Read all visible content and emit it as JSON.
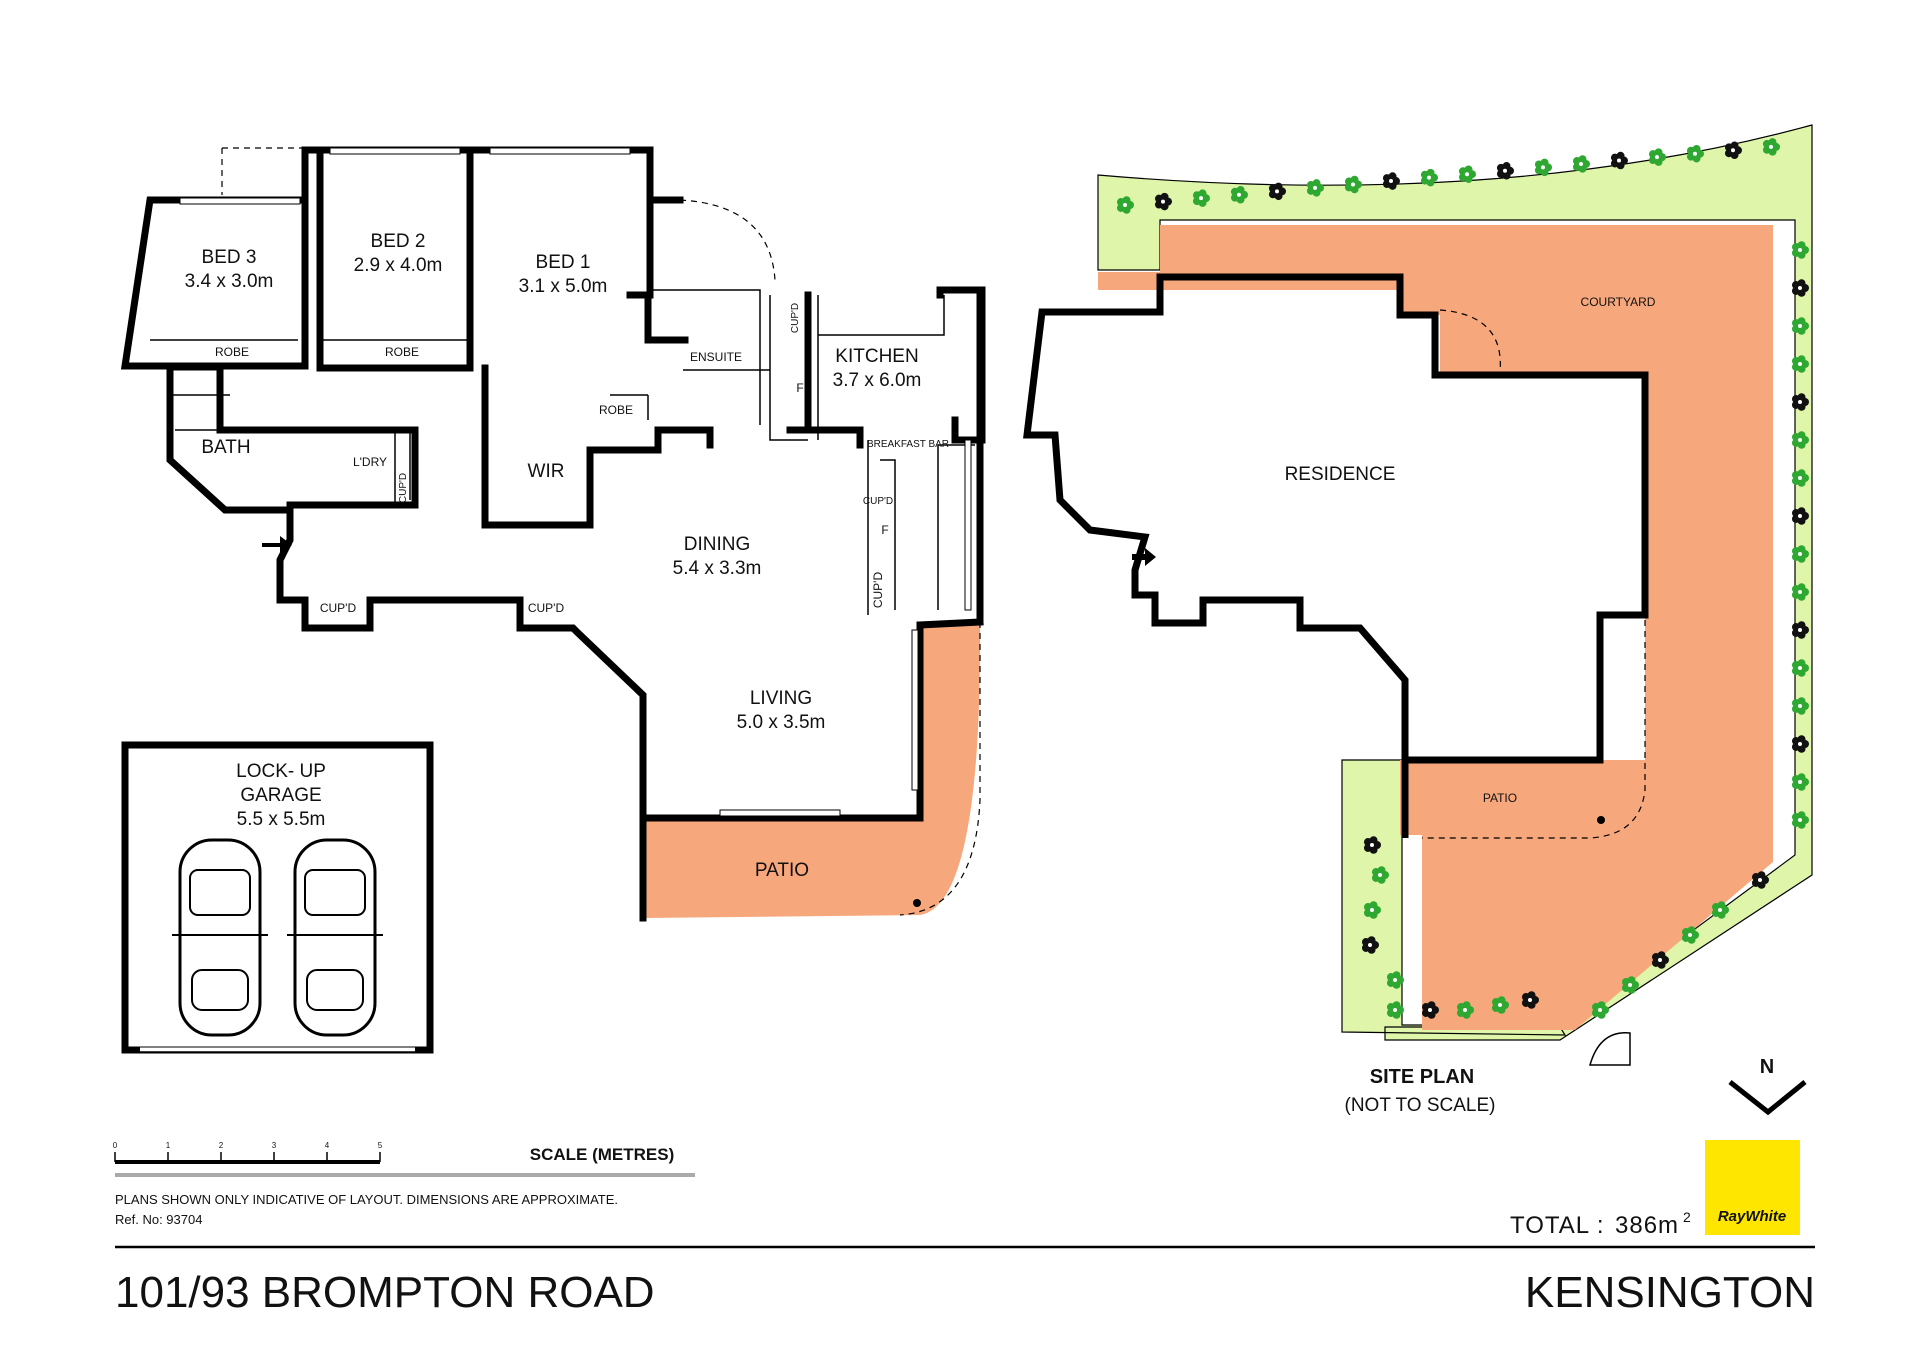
{
  "colors": {
    "patio": "#f7a77c",
    "garden": "#dff5a9",
    "plant": "#2fa832",
    "logo_bg": "#ffe600",
    "wall": "#000000"
  },
  "floor_plan": {
    "rooms": {
      "bed3": {
        "name": "BED 3",
        "size": "3.4 x 3.0m"
      },
      "bed2": {
        "name": "BED 2",
        "size": "2.9 x 4.0m"
      },
      "bed1": {
        "name": "BED 1",
        "size": "3.1 x 5.0m"
      },
      "kitchen": {
        "name": "KITCHEN",
        "size": "3.7 x 6.0m"
      },
      "dining": {
        "name": "DINING",
        "size": "5.4 x 3.3m"
      },
      "living": {
        "name": "LIVING",
        "size": "5.0 x 3.5m"
      },
      "garage": {
        "line1": "LOCK- UP",
        "line2": "GARAGE",
        "size": "5.5 x 5.5m"
      }
    },
    "labels": {
      "robe": "ROBE",
      "bath": "BATH",
      "laundry": "L'DRY",
      "ensuite": "ENSUITE",
      "wir": "WIR",
      "cupboard": "CUP'D",
      "fridge": "F",
      "breakfast_bar": "BREAKFAST BAR",
      "patio": "PATIO"
    }
  },
  "site_plan": {
    "residence": "RESIDENCE",
    "courtyard": "COURTYARD",
    "patio": "PATIO",
    "title": "SITE PLAN",
    "subtitle": "(NOT TO SCALE)",
    "north_label": "N"
  },
  "scale": {
    "label": "SCALE (METRES)",
    "ticks": [
      "0",
      "1",
      "2",
      "3",
      "4",
      "5"
    ]
  },
  "notes": {
    "disclaimer": "PLANS SHOWN ONLY INDICATIVE OF LAYOUT.  DIMENSIONS ARE APPROXIMATE.",
    "ref": "Ref. No: 93704"
  },
  "total": {
    "label": "TOTAL  :",
    "value": "386m",
    "unit_sup": "2"
  },
  "logo": {
    "text": "RayWhite"
  },
  "footer": {
    "address": "101/93 BROMPTON ROAD",
    "suburb": "KENSINGTON"
  }
}
